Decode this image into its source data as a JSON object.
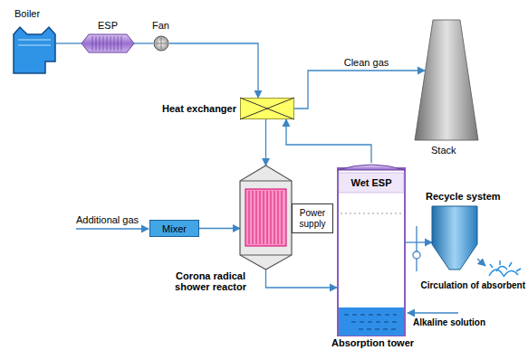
{
  "diagram": {
    "nodes": [
      {
        "text": [
          "Boiler"
        ]
      },
      {
        "text": [
          "ESP"
        ]
      },
      {
        "text": [
          "Fan"
        ]
      },
      {
        "text": [
          "Heat exchanger"
        ]
      },
      {
        "text": [
          "Stack"
        ]
      },
      {
        "text": [
          "Mixer"
        ]
      },
      {
        "text": [
          "Corona radical shower reactor"
        ]
      },
      {
        "text": [
          "Power supply"
        ]
      },
      {
        "text": [
          "Absorption tower"
        ]
      },
      {
        "text": [
          "Wet ESP"
        ],
        "in": 8
      },
      {
        "text": [
          "Recycle system"
        ]
      }
    ],
    "edges": [
      {
        "from": 0,
        "to": 1,
        "arrow": "none"
      },
      {
        "from": 1,
        "to": 2,
        "arrow": "none"
      },
      {
        "from": 2,
        "to": 3,
        "arrow": "to"
      },
      {
        "from": 3,
        "to": 6,
        "arrow": "to"
      },
      {
        "from": 5,
        "to": 6,
        "arrow": "to"
      },
      {
        "from": 6,
        "to": 8,
        "arrow": "to"
      },
      {
        "from": 8,
        "to": 3,
        "arrow": "to"
      },
      {
        "from": 3,
        "to": 4,
        "label": "Clean gas",
        "arrow": "to"
      },
      {
        "from": 8,
        "to": 10,
        "arrow": "to"
      }
    ],
    "labels": [
      "Additional gas",
      "Circulation of absorbent",
      "Alkaline solution"
    ]
  }
}
